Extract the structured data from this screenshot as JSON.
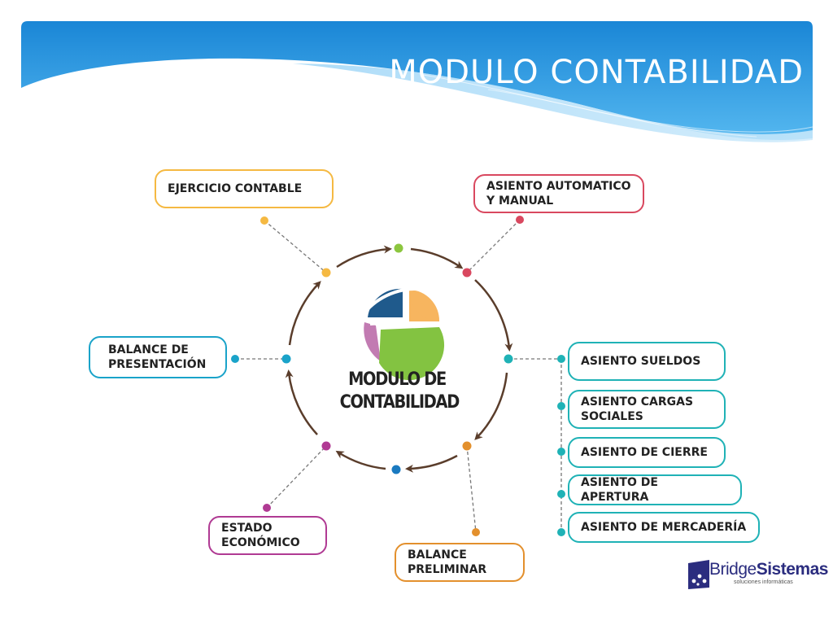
{
  "title": "MODULO CONTABILIDAD",
  "center": {
    "line1": "MODULO DE",
    "line2": "CONTABILIDAD"
  },
  "boxes": {
    "ejercicio": {
      "label": "EJERCICIO CONTABLE",
      "color": "#f5b942"
    },
    "asiento_auto": {
      "label": "ASIENTO AUTOMATICO\nY MANUAL",
      "color": "#d9485f"
    },
    "balance_presentacion": {
      "label": "BALANCE DE\nPRESENTACIÓN",
      "color": "#1aa3c9"
    },
    "estado": {
      "label": "ESTADO\nECONÓMICO",
      "color": "#b03a93"
    },
    "balance_preliminar": {
      "label": "BALANCE\nPRELIMINAR",
      "color": "#e3902d"
    },
    "sueldos": {
      "label": "ASIENTO SUELDOS",
      "color": "#1fb2b6"
    },
    "cargas": {
      "label": "ASIENTO CARGAS\nSOCIALES",
      "color": "#1fb2b6"
    },
    "cierre": {
      "label": "ASIENTO DE CIERRE",
      "color": "#1fb2b6"
    },
    "apertura": {
      "label": "ASIENTO DE APERTURA",
      "color": "#1fb2b6"
    },
    "mercaderia": {
      "label": "ASIENTO DE MERCADERÍA",
      "color": "#1fb2b6"
    }
  },
  "brand": {
    "name_a": "Bridge",
    "name_b": "Sistemas",
    "tagline": "soluciones informáticas"
  },
  "colors": {
    "header_blue": "#1e90db",
    "cycle_arrow": "#5a3d2b",
    "dot_green": "#8cc63f"
  }
}
